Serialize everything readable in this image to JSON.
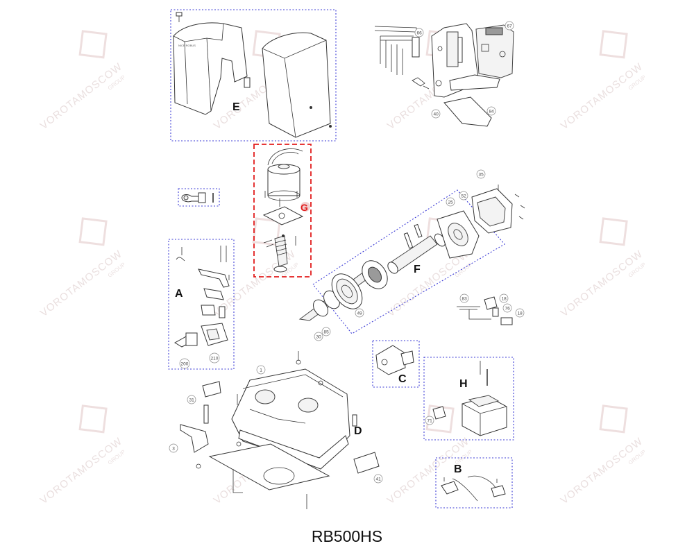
{
  "title": "RB500HS",
  "watermark": {
    "text": "VOROTAMOSCOW",
    "sub": "GROUP"
  },
  "groups": [
    {
      "id": "A",
      "label": "A"
    },
    {
      "id": "B",
      "label": "B"
    },
    {
      "id": "C",
      "label": "C"
    },
    {
      "id": "D",
      "label": "D"
    },
    {
      "id": "E",
      "label": "E"
    },
    {
      "id": "F",
      "label": "F"
    },
    {
      "id": "G",
      "label": "G"
    },
    {
      "id": "H",
      "label": "H"
    }
  ],
  "callouts": [
    "66",
    "67",
    "40",
    "84",
    "35",
    "52",
    "25",
    "83",
    "18",
    "76",
    "18",
    "49",
    "85",
    "30",
    "200",
    "210",
    "1",
    "31",
    "3",
    "41",
    "71"
  ],
  "colors": {
    "dotted_box": "#3b3bd6",
    "highlight_box": "#e21b1b",
    "highlight_letter": "#e21b1b"
  }
}
